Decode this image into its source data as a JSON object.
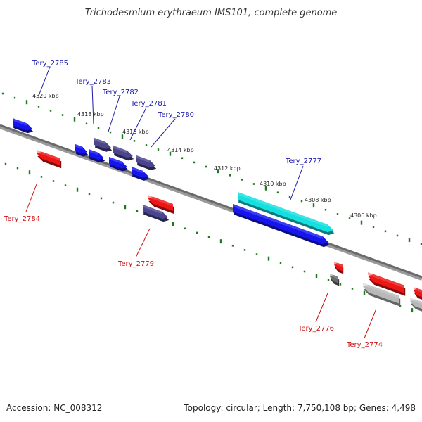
{
  "title": "Trichodesmium erythraeum IMS101, complete genome",
  "footer": {
    "accession": "Accession: NC_008312",
    "summary": "Topology: circular; Length: 7,750,108 bp; Genes: 4,498"
  },
  "ticks": [
    {
      "label": "4320 kbp"
    },
    {
      "label": "4318 kbp"
    },
    {
      "label": "4316 kbp"
    },
    {
      "label": "4314 kbp"
    },
    {
      "label": "4312 kbp"
    },
    {
      "label": "4310 kbp"
    },
    {
      "label": "4308 kbp"
    },
    {
      "label": "4306 kbp"
    }
  ],
  "genes": [
    {
      "label": "Tery_2785",
      "strand": "forward",
      "color": "#1515ee"
    },
    {
      "label": "Tery_2784",
      "strand": "reverse",
      "color": "#ee1515"
    },
    {
      "label": "Tery_2783",
      "strand": "forward",
      "color": "#4a458c"
    },
    {
      "label": "Tery_2782",
      "strand": "forward",
      "color": "#1515ee"
    },
    {
      "label": "Tery_2781",
      "strand": "forward",
      "color": "#4a458c"
    },
    {
      "label": "Tery_2780",
      "strand": "forward",
      "color": "#4a458c"
    },
    {
      "label": "Tery_2779",
      "strand": "reverse",
      "color": "#ee1515"
    },
    {
      "label": "Tery_2777",
      "strand": "forward",
      "color": "#14e0e0"
    },
    {
      "label": "Tery_2776",
      "strand": "reverse",
      "color": "#ee1515"
    },
    {
      "label": "Tery_2774",
      "strand": "reverse",
      "color": "#ee1515"
    }
  ],
  "colors": {
    "forward_label": "#1a1aa8",
    "reverse_label": "#cc1111",
    "tick": "#1f7a1f",
    "backbone": "#7a7a7a"
  }
}
